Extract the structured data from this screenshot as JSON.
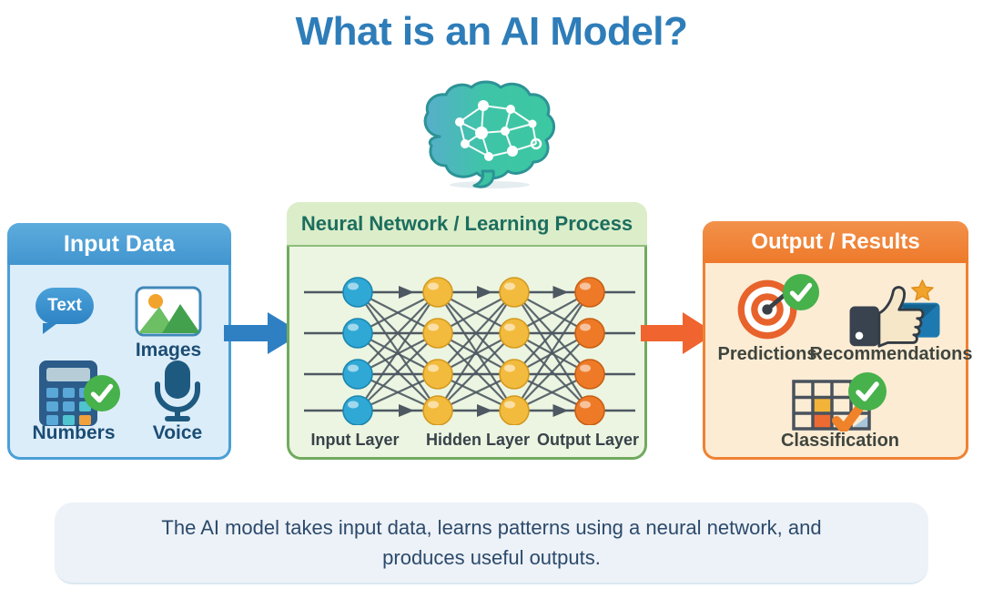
{
  "title": "What is an AI Model?",
  "brain": {
    "icon": "brain-network-icon"
  },
  "input_box": {
    "header": "Input Data",
    "accent_color": "#4b9fd6",
    "items": [
      {
        "label": "Text",
        "icon": "speech-bubble-icon"
      },
      {
        "label": "Images",
        "icon": "picture-icon"
      },
      {
        "label": "Numbers",
        "icon": "calculator-icon",
        "badge": "check"
      },
      {
        "label": "Voice",
        "icon": "microphone-icon"
      }
    ]
  },
  "network_box": {
    "header": "Neural Network / Learning Process",
    "accent_color": "#71aa5f",
    "layer_labels": [
      "Input Layer",
      "Hidden Layer",
      "Output Layer"
    ],
    "rows": 4,
    "columns": [
      {
        "layer": "input",
        "color": "#2fa8d5",
        "stroke": "#1b86b0"
      },
      {
        "layer": "hidden",
        "color": "#f3bb3d",
        "stroke": "#d39a20"
      },
      {
        "layer": "hidden",
        "color": "#f3bb3d",
        "stroke": "#d39a20"
      },
      {
        "layer": "output",
        "color": "#ee7a28",
        "stroke": "#c75f14"
      }
    ],
    "line_color": "#4d5862"
  },
  "output_box": {
    "header": "Output / Results",
    "accent_color": "#ef8233",
    "items": [
      {
        "label": "Predictions",
        "icon": "target-icon",
        "badge": "check"
      },
      {
        "label": "Recommendations",
        "icon": "thumbs-up-star-icon"
      },
      {
        "label": "Classification",
        "icon": "grid-icon",
        "badge": "check"
      }
    ]
  },
  "arrows": {
    "input_to_network_color": "#2e80c3",
    "network_to_output_color": "#f0642f"
  },
  "caption": "The AI model takes input data, learns patterns using a neural network, and produces useful outputs."
}
